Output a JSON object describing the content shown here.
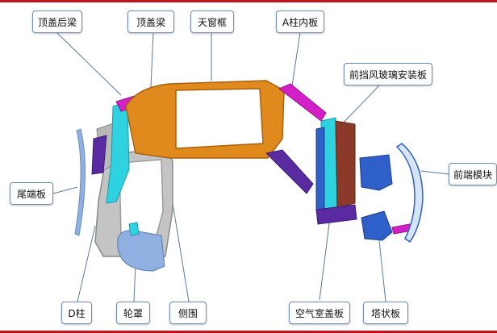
{
  "labels": {
    "roof_rear_beam": "顶盖后梁",
    "roof_beam": "顶盖梁",
    "sunroof_frame": "天窗框",
    "a_pillar_inner": "A柱内板",
    "windshield_mount": "前挡风玻璃安装板",
    "tail_panel": "尾端板",
    "front_module": "前端模块",
    "d_pillar": "D柱",
    "wheel_housing": "轮罩",
    "side_frame": "侧围",
    "plenum_panel": "空气室盖板",
    "strut_tower": "塔状板"
  },
  "colors": {
    "rule": "#c0141c",
    "box_border": "#6f8fb3",
    "leader": "#5a7aa0",
    "orange": "#e08a1e",
    "magenta": "#d21fc8",
    "cyan": "#2fd2e0",
    "gray": "#9a9a9a",
    "blue": "#2f5fc8",
    "brown": "#8b3a2a",
    "purple": "#5a2aa0",
    "light_blue": "#8fb0e0"
  }
}
